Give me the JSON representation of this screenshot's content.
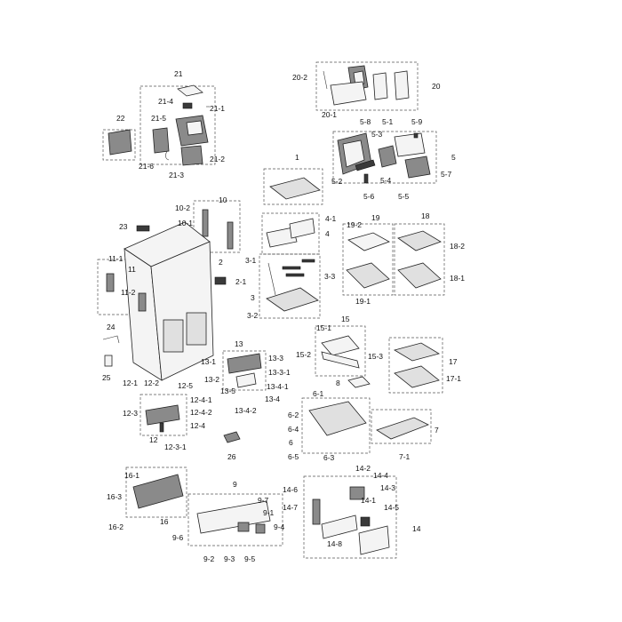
{
  "diagram": {
    "labels": [
      "1",
      "2",
      "2-1",
      "3",
      "3-1",
      "3-2",
      "3-3",
      "4",
      "4-1",
      "5",
      "5-1",
      "5-2",
      "5-3",
      "5-4",
      "5-5",
      "5-6",
      "5-7",
      "5-8",
      "5-9",
      "6",
      "6-1",
      "6-2",
      "6-3",
      "6-4",
      "6-5",
      "7",
      "7-1",
      "8",
      "9",
      "9-1",
      "9-2",
      "9-3",
      "9-4",
      "9-5",
      "9-6",
      "9-7",
      "10",
      "10-1",
      "10-2",
      "11",
      "11-1",
      "11-2",
      "12",
      "12-1",
      "12-2",
      "12-3",
      "12-3-1",
      "12-4",
      "12-4-1",
      "12-4-2",
      "12-5",
      "13",
      "13-1",
      "13-2",
      "13-3",
      "13-3-1",
      "13-4",
      "13-4-1",
      "13-4-2",
      "13-5",
      "14",
      "14-1",
      "14-2",
      "14-3",
      "14-4",
      "14-5",
      "14-6",
      "14-7",
      "14-8",
      "15",
      "15-1",
      "15-2",
      "15-3",
      "16",
      "16-1",
      "16-2",
      "16-3",
      "17",
      "17-1",
      "18",
      "18-1",
      "18-2",
      "19",
      "19-1",
      "19-2",
      "20",
      "20-1",
      "20-2",
      "21",
      "21-1",
      "21-2",
      "21-3",
      "21-4",
      "21-5",
      "21-6",
      "22",
      "23",
      "24",
      "25",
      "26"
    ]
  }
}
